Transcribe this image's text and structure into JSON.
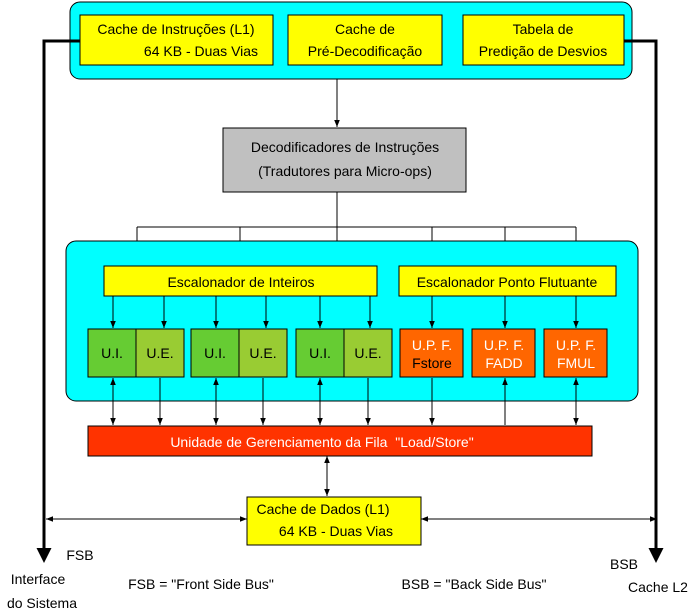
{
  "colors": {
    "cyan_panel": "#00ffff",
    "yellow": "#ffff00",
    "gray": "#c0c0c0",
    "green": "#66cc33",
    "olive": "#99cc33",
    "orange": "#ff6600",
    "red": "#ff3300",
    "line": "#000000"
  },
  "top_section": {
    "l1_instr_cache": {
      "line1": "Cache de Instruções (L1)",
      "line2": "64 KB - Duas Vias"
    },
    "predecode_cache": {
      "line1": "Cache de",
      "line2": "Pré-Decodificação"
    },
    "branch_table": {
      "line1": "Tabela de",
      "line2": "Predição de Desvios"
    }
  },
  "decoders": {
    "line1": "Decodificadores de Instruções",
    "line2": "(Tradutores para Micro-ops)"
  },
  "exec_section": {
    "int_scheduler": "Escalonador de Inteiros",
    "fp_scheduler": "Escalonador Ponto Flutuante",
    "int_units": [
      {
        "ui": "U.I.",
        "ue": "U.E."
      },
      {
        "ui": "U.I.",
        "ue": "U.E."
      },
      {
        "ui": "U.I.",
        "ue": "U.E."
      }
    ],
    "fp_units": [
      {
        "line1": "U.P. F.",
        "line2": "Fstore"
      },
      {
        "line1": "U.P. F.",
        "line2": "FADD"
      },
      {
        "line1": "U.P. F.",
        "line2": "FMUL"
      }
    ]
  },
  "load_store": "Unidade de Gerenciamento da Fila  \"Load/Store\"",
  "l1_data_cache": {
    "line1": "Cache de Dados (L1)",
    "line2": "64 KB - Duas Vias"
  },
  "fsb": {
    "label": "FSB",
    "target_line1": "Interface",
    "target_line2": "do Sistema",
    "legend": "FSB = \"Front Side Bus\""
  },
  "bsb": {
    "label": "BSB",
    "target": "Cache L2",
    "legend": "BSB = \"Back Side Bus\""
  }
}
